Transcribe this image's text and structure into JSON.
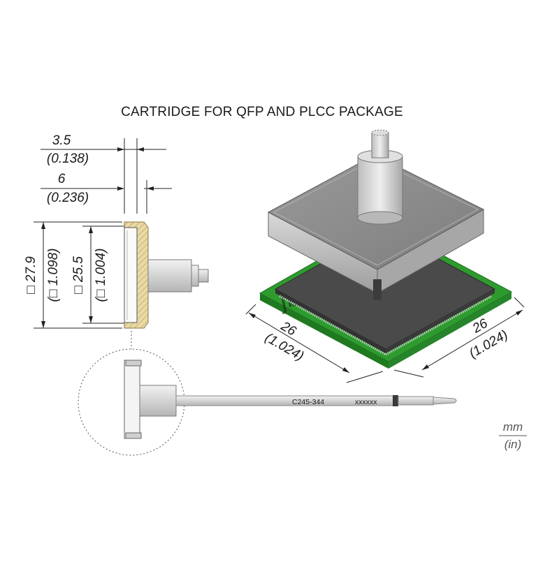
{
  "title": "CARTRIDGE FOR QFP AND PLCC PACKAGE",
  "dimensions": {
    "tip_thickness_mm": "3.5",
    "tip_thickness_in": "(0.138)",
    "tip_depth_mm": "6",
    "tip_depth_in": "(0.236)",
    "outer_square_mm": "□ 27.9",
    "outer_square_in": "(□ 1.098)",
    "inner_square_mm": "□ 25.5",
    "inner_square_in": "(□ 1.004)",
    "package_left_mm": "26",
    "package_left_in": "(1.024)",
    "package_right_mm": "26",
    "package_right_in": "(1.024)"
  },
  "cartridge": {
    "part_number": "C245-344",
    "serial": "xxxxxx"
  },
  "units": {
    "top": "mm",
    "bottom": "(in)"
  },
  "colors": {
    "pcb_green": "#2e9b2e",
    "chip_dark": "#4a4a4a",
    "metal_grey": "#9a9a9a",
    "tip_tan": "#e6d7a8"
  }
}
